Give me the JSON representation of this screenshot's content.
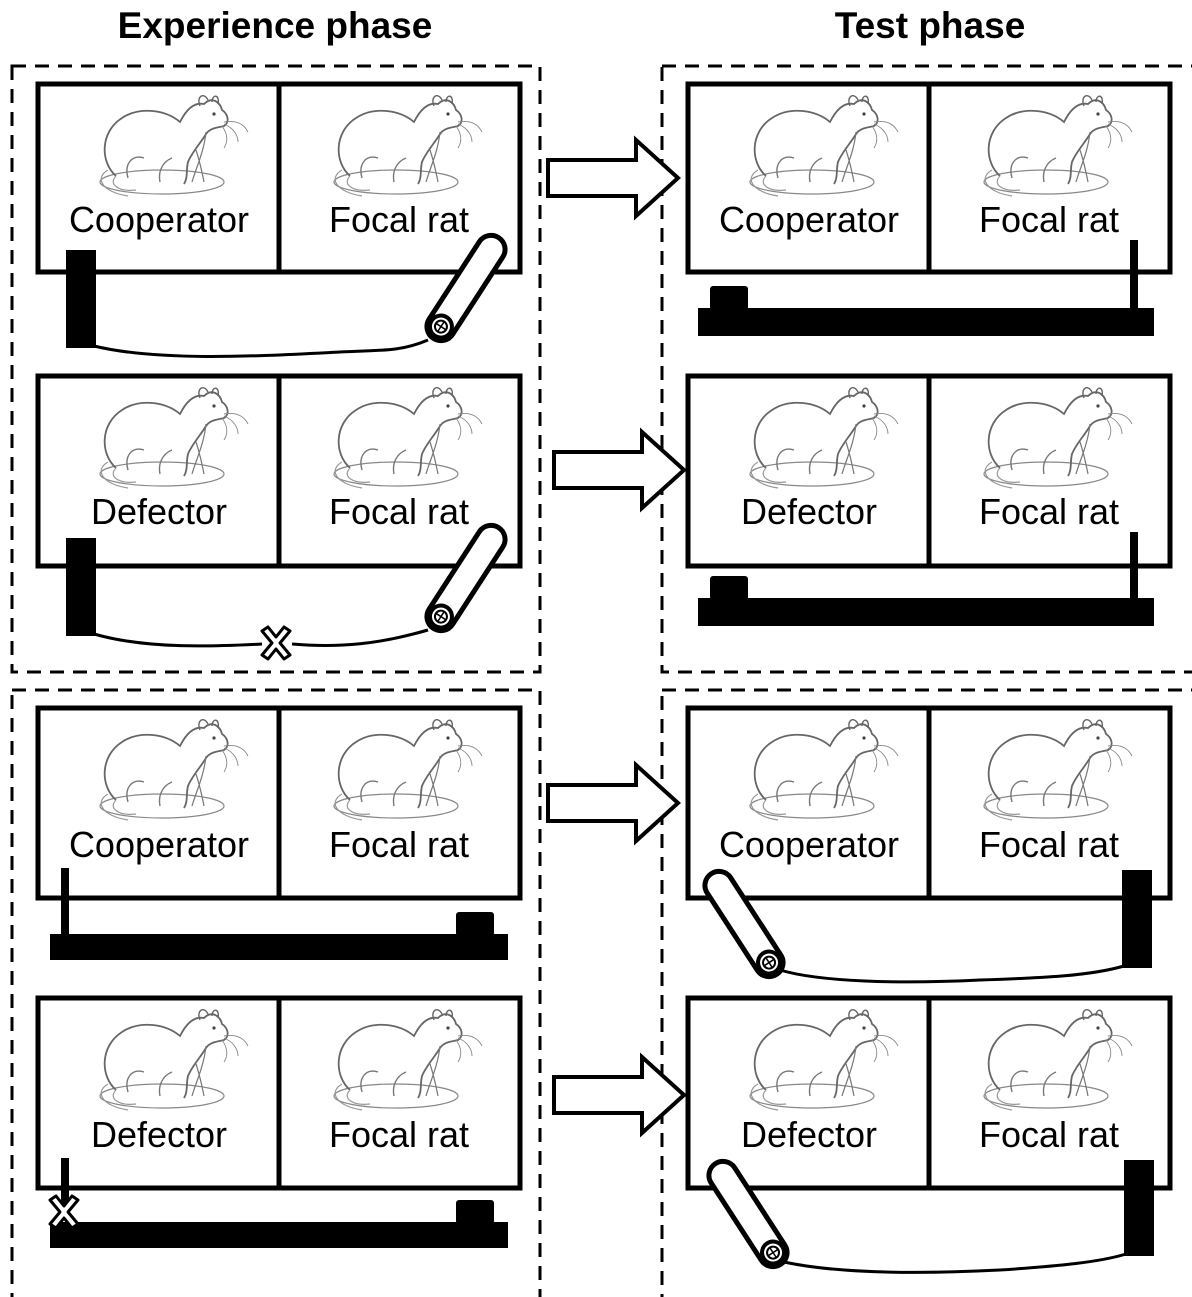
{
  "headings": {
    "experience": "Experience phase",
    "test": "Test phase"
  },
  "labels": {
    "cooperator": "Cooperator",
    "defector": "Defector",
    "focal": "Focal rat"
  },
  "panels": [
    {
      "id": "exp-coop-1",
      "group": "experience",
      "left_role": "cooperator",
      "right_role": "focal",
      "apparatus": "lever-left-food-right",
      "blocked": false
    },
    {
      "id": "exp-def-1",
      "group": "experience",
      "left_role": "defector",
      "right_role": "focal",
      "apparatus": "lever-left-food-right",
      "blocked": true
    },
    {
      "id": "exp-coop-2",
      "group": "experience",
      "left_role": "cooperator",
      "right_role": "focal",
      "apparatus": "tray-left-stick",
      "blocked": false
    },
    {
      "id": "exp-def-2",
      "group": "experience",
      "left_role": "defector",
      "right_role": "focal",
      "apparatus": "tray-left-stick",
      "blocked": true
    },
    {
      "id": "test-coop-1",
      "group": "test",
      "left_role": "cooperator",
      "right_role": "focal",
      "apparatus": "tray-right-stick",
      "blocked": false
    },
    {
      "id": "test-def-1",
      "group": "test",
      "left_role": "defector",
      "right_role": "focal",
      "apparatus": "tray-right-stick",
      "blocked": false
    },
    {
      "id": "test-coop-2",
      "group": "test",
      "left_role": "cooperator",
      "right_role": "focal",
      "apparatus": "lever-right-food-left",
      "blocked": false
    },
    {
      "id": "test-def-2",
      "group": "test",
      "left_role": "defector",
      "right_role": "focal",
      "apparatus": "lever-right-food-left",
      "blocked": false
    }
  ],
  "colors": {
    "ink": "#000000",
    "paper": "#ffffff",
    "sketch": "#777777"
  },
  "icons": {
    "rat": "rat-sketch-icon",
    "arrow": "right-arrow-icon",
    "block": "x-mark-icon",
    "food": "food-tube-icon"
  }
}
